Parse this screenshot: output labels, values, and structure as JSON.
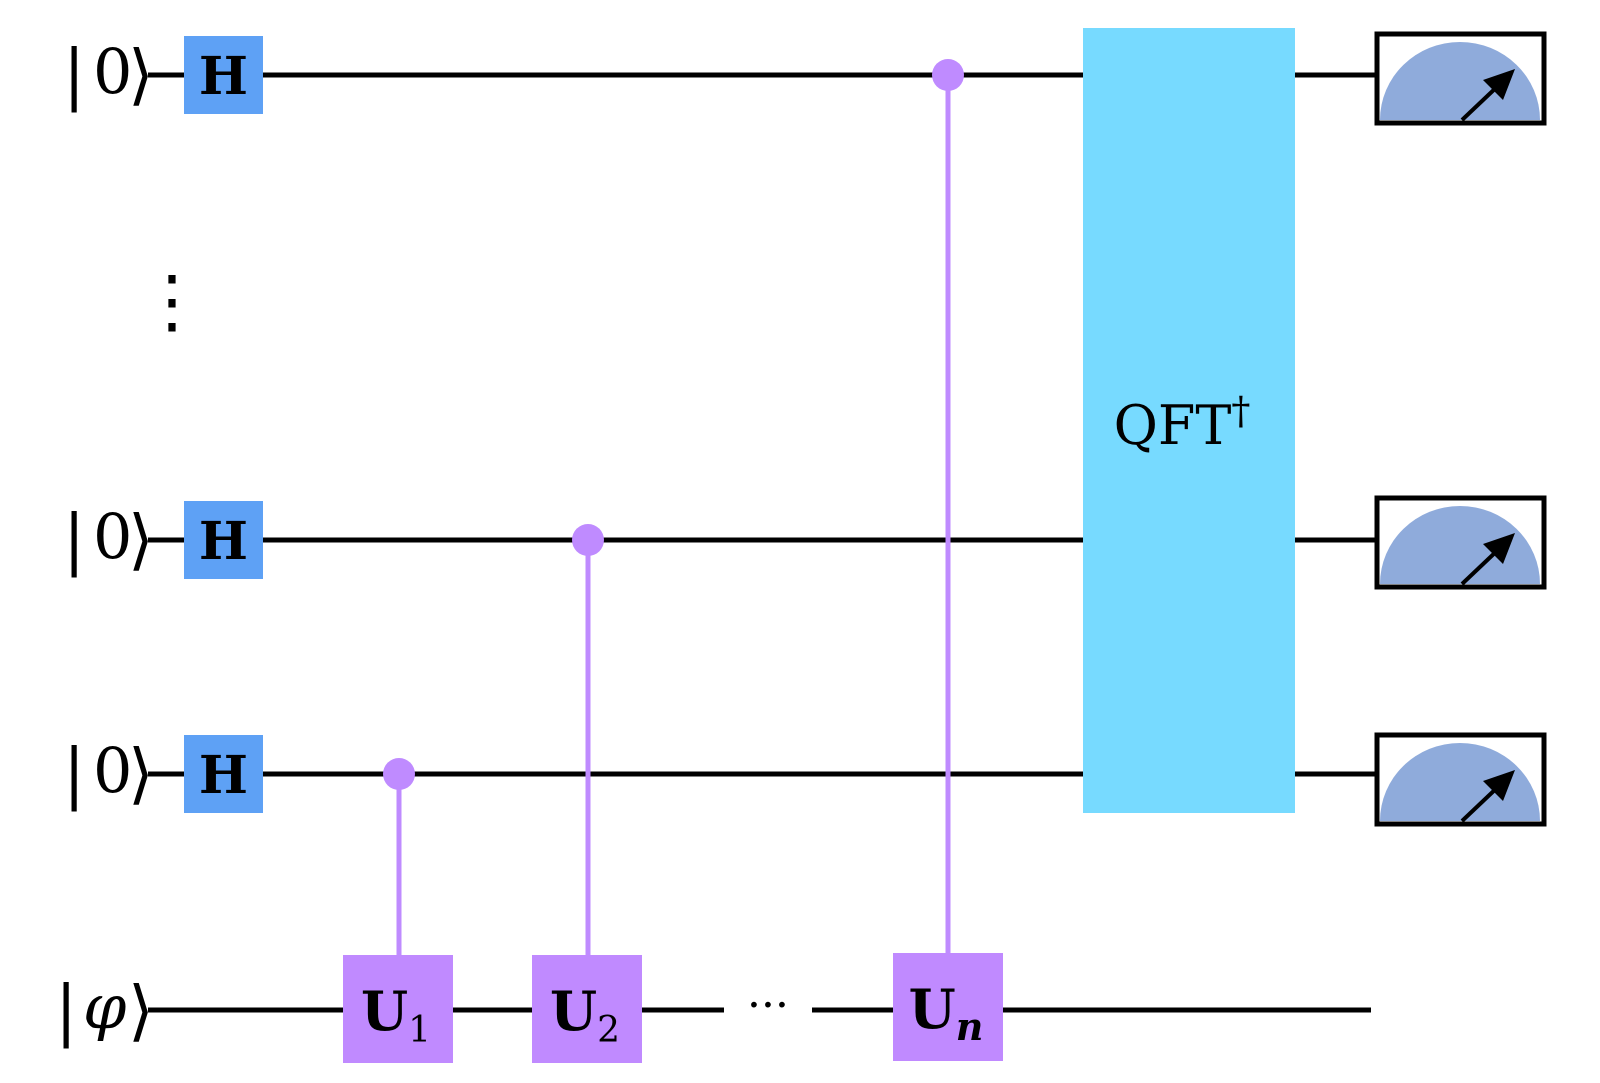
{
  "colors": {
    "hadamard_fill": "#5ea1f5",
    "unitary_fill": "#c08aff",
    "control_line": "#bf8bff",
    "qft_fill": "#77daff",
    "meter_fill": "#8fabdb",
    "wire": "#000000",
    "background": "#ffffff"
  },
  "qubits": {
    "top": {
      "state_prefix": "|",
      "state_value": "0",
      "state_suffix": "⟩"
    },
    "middle": {
      "state_prefix": "|",
      "state_value": "0",
      "state_suffix": "⟩"
    },
    "bottom": {
      "state_prefix": "|",
      "state_value": "0",
      "state_suffix": "⟩"
    },
    "ellipsis": "⋮"
  },
  "target": {
    "state_prefix": "|",
    "state_value": "φ",
    "state_suffix": "⟩",
    "ellipsis": "···"
  },
  "gates": {
    "hadamard_label": "H",
    "u1": {
      "base": "U",
      "sub": "1"
    },
    "u2": {
      "base": "U",
      "sub": "2"
    },
    "un": {
      "base": "U",
      "sub": "n"
    },
    "qft": {
      "base": "QFT",
      "sup": "†"
    }
  },
  "measurement": {
    "icon": "meter-icon",
    "count": 3
  }
}
